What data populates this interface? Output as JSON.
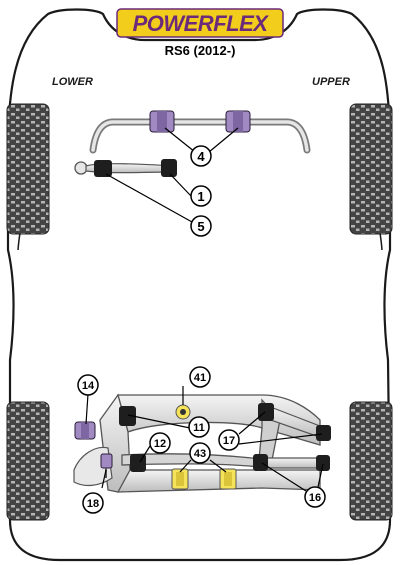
{
  "brand": {
    "logo_text": "POWERFLEX",
    "model": "RS6 (2012-)",
    "colors": {
      "logo_bg": "#f2cd1c",
      "logo_text": "#6b2a7a",
      "bush_purple": "#a18ac2",
      "bush_yellow": "#f5e35a",
      "bush_black": "#1e1e1e"
    }
  },
  "labels": {
    "lower": "LOWER",
    "upper": "UPPER"
  },
  "callouts": {
    "c4": "4",
    "c1": "1",
    "c5": "5",
    "c41": "41",
    "c14": "14",
    "c11": "11",
    "c12": "12",
    "c43": "43",
    "c17": "17",
    "c18": "18",
    "c16": "16"
  }
}
